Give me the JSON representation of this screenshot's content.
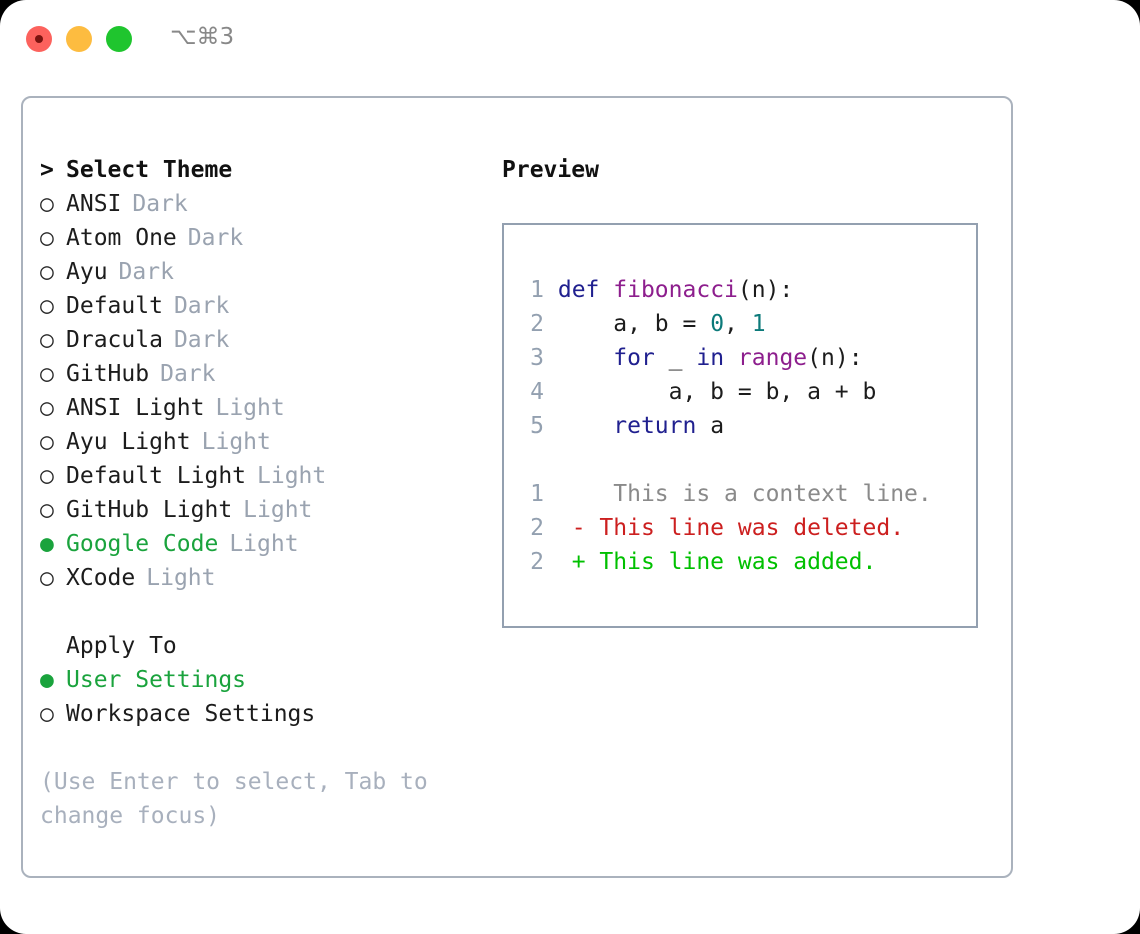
{
  "titlebar": {
    "shortcut": "⌥⌘3",
    "buttons": [
      {
        "name": "close",
        "color": "#fc625d"
      },
      {
        "name": "minimize",
        "color": "#fdbc40"
      },
      {
        "name": "maximize",
        "color": "#1fc52e"
      }
    ]
  },
  "colors": {
    "accent_green": "#1aa33d",
    "diff_add": "#00c000",
    "diff_del": "#cc1f1f",
    "muted": "#9aa3b0",
    "panel_border": "#aab2bd",
    "preview_border": "#93a0b0"
  },
  "theme_picker": {
    "heading_marker": ">",
    "heading": "Select Theme",
    "marker_selected": "●",
    "marker_unselected": "○",
    "items": [
      {
        "marker": "○",
        "name": "ANSI",
        "category": "Dark",
        "selected": false
      },
      {
        "marker": "○",
        "name": "Atom One",
        "category": "Dark",
        "selected": false
      },
      {
        "marker": "○",
        "name": "Ayu",
        "category": "Dark",
        "selected": false
      },
      {
        "marker": "○",
        "name": "Default",
        "category": "Dark",
        "selected": false
      },
      {
        "marker": "○",
        "name": "Dracula",
        "category": "Dark",
        "selected": false
      },
      {
        "marker": "○",
        "name": "GitHub",
        "category": "Dark",
        "selected": false
      },
      {
        "marker": "○",
        "name": "ANSI Light",
        "category": "Light",
        "selected": false
      },
      {
        "marker": "○",
        "name": "Ayu Light",
        "category": "Light",
        "selected": false
      },
      {
        "marker": "○",
        "name": "Default Light",
        "category": "Light",
        "selected": false
      },
      {
        "marker": "○",
        "name": "GitHub Light",
        "category": "Light",
        "selected": false
      },
      {
        "marker": "●",
        "name": "Google Code",
        "category": "Light",
        "selected": true
      },
      {
        "marker": "○",
        "name": "XCode",
        "category": "Light",
        "selected": false
      }
    ]
  },
  "apply_to": {
    "heading": "Apply To",
    "items": [
      {
        "marker": "●",
        "name": "User Settings",
        "selected": true
      },
      {
        "marker": "○",
        "name": "Workspace Settings",
        "selected": false
      }
    ]
  },
  "hint": "(Use Enter to select, Tab to change focus)",
  "preview": {
    "title": "Preview",
    "code_lines": [
      {
        "no": "1",
        "tokens": [
          {
            "t": "def",
            "c": "kw"
          },
          {
            "t": " ",
            "c": "pl"
          },
          {
            "t": "fibonacci",
            "c": "fn"
          },
          {
            "t": "(n):",
            "c": "pl"
          }
        ]
      },
      {
        "no": "2",
        "tokens": [
          {
            "t": "    a, b = ",
            "c": "pl"
          },
          {
            "t": "0",
            "c": "num"
          },
          {
            "t": ", ",
            "c": "pl"
          },
          {
            "t": "1",
            "c": "num"
          }
        ]
      },
      {
        "no": "3",
        "tokens": [
          {
            "t": "    ",
            "c": "pl"
          },
          {
            "t": "for",
            "c": "kw"
          },
          {
            "t": " _ ",
            "c": "pl"
          },
          {
            "t": "in",
            "c": "kw"
          },
          {
            "t": " ",
            "c": "pl"
          },
          {
            "t": "range",
            "c": "fn"
          },
          {
            "t": "(n):",
            "c": "pl"
          }
        ]
      },
      {
        "no": "4",
        "tokens": [
          {
            "t": "        a, b = b, a + b",
            "c": "pl"
          }
        ]
      },
      {
        "no": "5",
        "tokens": [
          {
            "t": "    ",
            "c": "pl"
          },
          {
            "t": "return",
            "c": "kw"
          },
          {
            "t": " a",
            "c": "pl"
          }
        ]
      }
    ],
    "diff_lines": [
      {
        "no": "1",
        "sign": " ",
        "text": "  This is a context line.",
        "kind": "ctx"
      },
      {
        "no": "2",
        "sign": "-",
        "text": " This line was deleted.",
        "kind": "del"
      },
      {
        "no": "2",
        "sign": "+",
        "text": " This line was added.",
        "kind": "add"
      }
    ]
  }
}
